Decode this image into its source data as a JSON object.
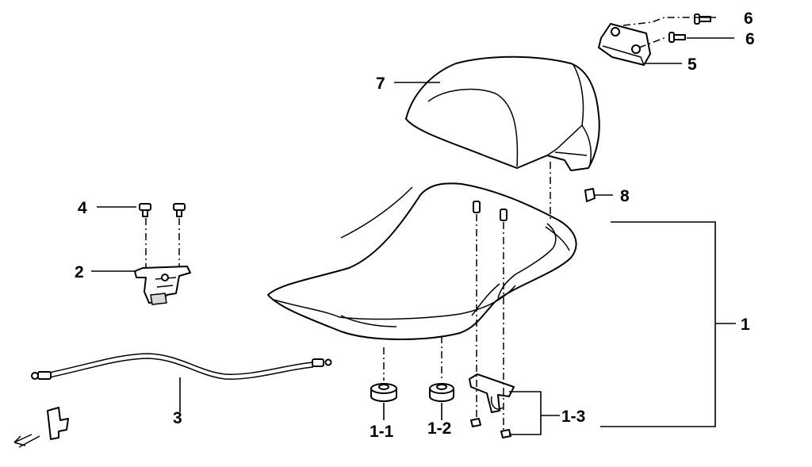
{
  "colors": {
    "ink": "#000000",
    "paper": "#ffffff"
  },
  "labels": {
    "p1": "1",
    "p1_1": "1-1",
    "p1_2": "1-2",
    "p1_3": "1-3",
    "p2": "2",
    "p3": "3",
    "p4": "4",
    "p5": "5",
    "p6a": "6",
    "p6b": "6",
    "p7": "7",
    "p8": "8"
  },
  "icons": {
    "front_arrow": "front-direction-arrow-icon"
  }
}
